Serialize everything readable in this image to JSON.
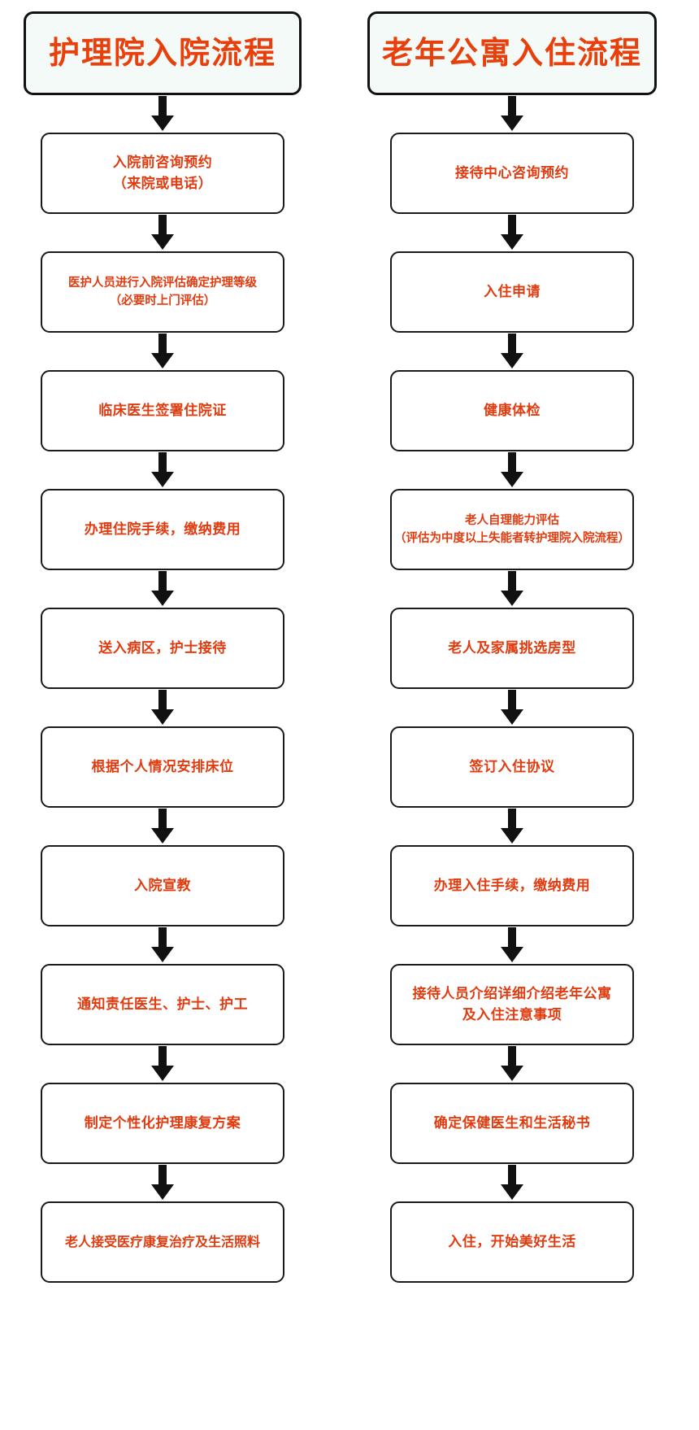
{
  "colors": {
    "text_accent": "#e03c10",
    "header_text": "#e8400c",
    "header_fill": "#f4faf7",
    "border": "#1a1a1a",
    "arrow": "#111111",
    "page_background": "#ffffff"
  },
  "flowcharts": [
    {
      "id": "nursing-home-admission",
      "title": "护理院入院流程",
      "steps": [
        {
          "lines": [
            "入院前咨询预约",
            "（来院或电话）"
          ]
        },
        {
          "lines": [
            "医护人员进行入院评估确定护理等级",
            "（必要时上门评估）"
          ],
          "size": "small"
        },
        {
          "lines": [
            "临床医生签署住院证"
          ]
        },
        {
          "lines": [
            "办理住院手续，缴纳费用"
          ]
        },
        {
          "lines": [
            "送入病区，护士接待"
          ]
        },
        {
          "lines": [
            "根据个人情况安排床位"
          ]
        },
        {
          "lines": [
            "入院宣教"
          ]
        },
        {
          "lines": [
            "通知责任医生、护士、护工"
          ]
        },
        {
          "lines": [
            "制定个性化护理康复方案"
          ]
        },
        {
          "lines": [
            "老人接受医疗康复治疗及生活照料"
          ],
          "size": "tight"
        }
      ]
    },
    {
      "id": "senior-apartment-checkin",
      "title": "老年公寓入住流程",
      "steps": [
        {
          "lines": [
            "接待中心咨询预约"
          ]
        },
        {
          "lines": [
            "入住申请"
          ]
        },
        {
          "lines": [
            "健康体检"
          ]
        },
        {
          "lines": [
            "老人自理能力评估",
            "（评估为中度以上失能者转护理院入院流程）"
          ],
          "size": "small"
        },
        {
          "lines": [
            "老人及家属挑选房型"
          ]
        },
        {
          "lines": [
            "签订入住协议"
          ]
        },
        {
          "lines": [
            "办理入住手续，缴纳费用"
          ]
        },
        {
          "lines": [
            "接待人员介绍详细介绍老年公寓",
            "及入住注意事项"
          ]
        },
        {
          "lines": [
            "确定保健医生和生活秘书"
          ]
        },
        {
          "lines": [
            "入住，开始美好生活"
          ]
        }
      ]
    }
  ],
  "icons": {
    "arrow_down": "down-arrow-icon"
  }
}
